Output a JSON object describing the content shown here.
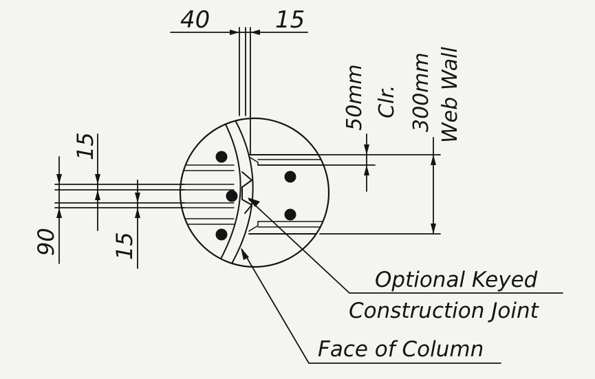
{
  "dimensions": {
    "top_left": "40",
    "top_right": "15",
    "left_upper_15": "15",
    "left_90": "90",
    "left_lower_15": "15",
    "clear_cover": "50mm",
    "clear_cover_suffix": "Clr.",
    "wall_thickness": "300mm",
    "wall_label": "Web Wall"
  },
  "callouts": {
    "keyed_joint_line1": "Optional Keyed",
    "keyed_joint_line2": "Construction Joint",
    "face_of_column": "Face of Column"
  },
  "colors": {
    "ink": "#141414",
    "paper": "#f4f4f1"
  }
}
